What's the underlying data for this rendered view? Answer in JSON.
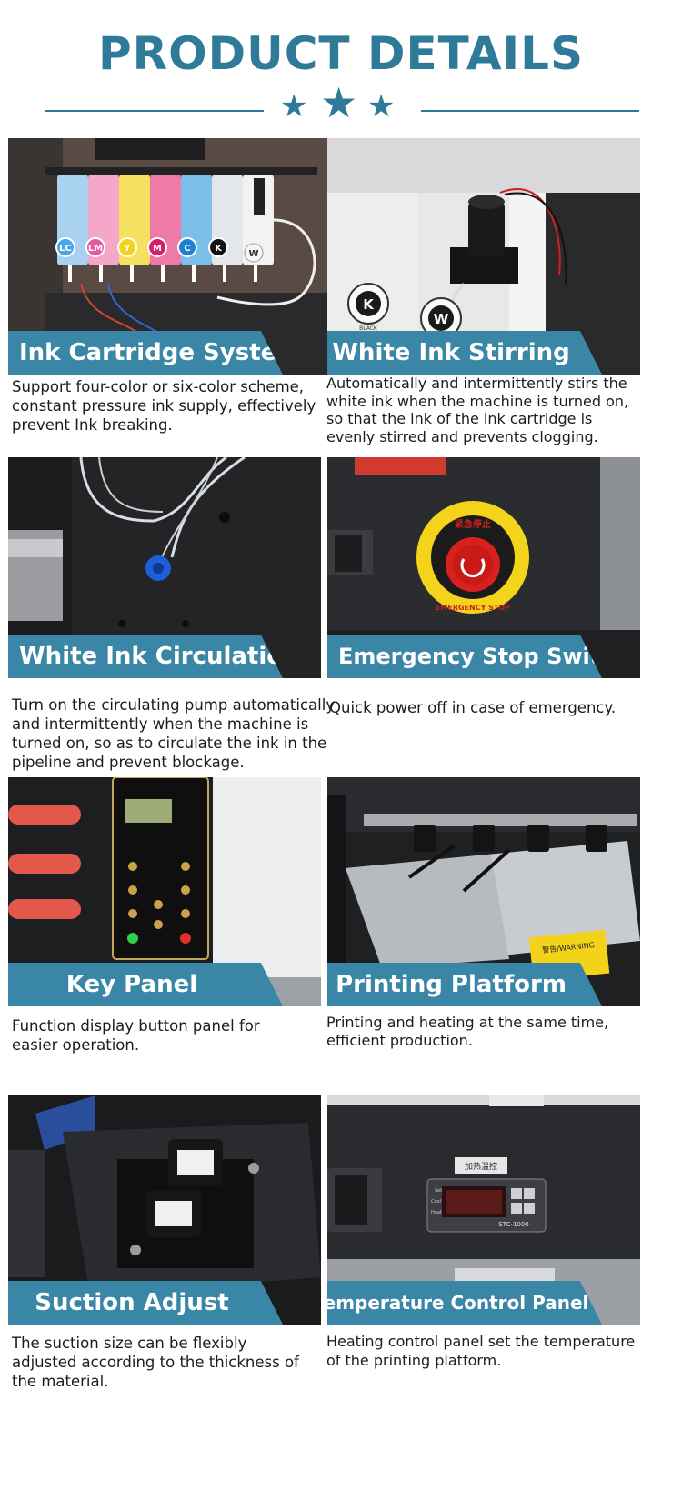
{
  "header": {
    "title": "PRODUCT DETAILS",
    "accent_color": "#2f7a98",
    "star_icon": "★"
  },
  "features": [
    {
      "label": "Ink Cartridge System",
      "description": "Support four-color or six-color scheme, constant pressure ink supply, effectively prevent Ink breaking.",
      "ink_labels": [
        "LC",
        "LM",
        "Y",
        "M",
        "C",
        "K",
        "W"
      ]
    },
    {
      "label": "White Ink Stirring",
      "description": "Automatically and intermittently stirs the white ink when the machine is turned on, so that the ink of the ink cartridge is evenly stirred and prevents clogging.",
      "cartridge_labels": [
        "K",
        "W"
      ],
      "cartridge_caption": "BLACK"
    },
    {
      "label": "White Ink Circulation",
      "description": "Turn on the circulating pump automatically and intermittently when the machine is turned on, so as to circulate the ink in the pipeline and prevent blockage."
    },
    {
      "label": "Emergency Stop Switch",
      "description": "Quick power off in case of emergency.",
      "ring_text_top": "紧急停止",
      "ring_text_bottom": "EMERGENCY STOP"
    },
    {
      "label": "Key Panel",
      "description": "Function display button panel for easier operation."
    },
    {
      "label": "Printing Platform",
      "description": "Printing and heating at the same time, efficient production.",
      "warning_text": "警告/WARNING"
    },
    {
      "label": "Suction Adjust",
      "description": "The suction size can be flexibly adjusted according to the thickness of the material."
    },
    {
      "label": "Temperature Control Panel",
      "description": "Heating control panel set the temperature of the printing platform.",
      "controller_tag": "加热温控",
      "controller_model": "STC-1000",
      "controller_keys": [
        "Set",
        "Cool",
        "Heat"
      ]
    }
  ]
}
